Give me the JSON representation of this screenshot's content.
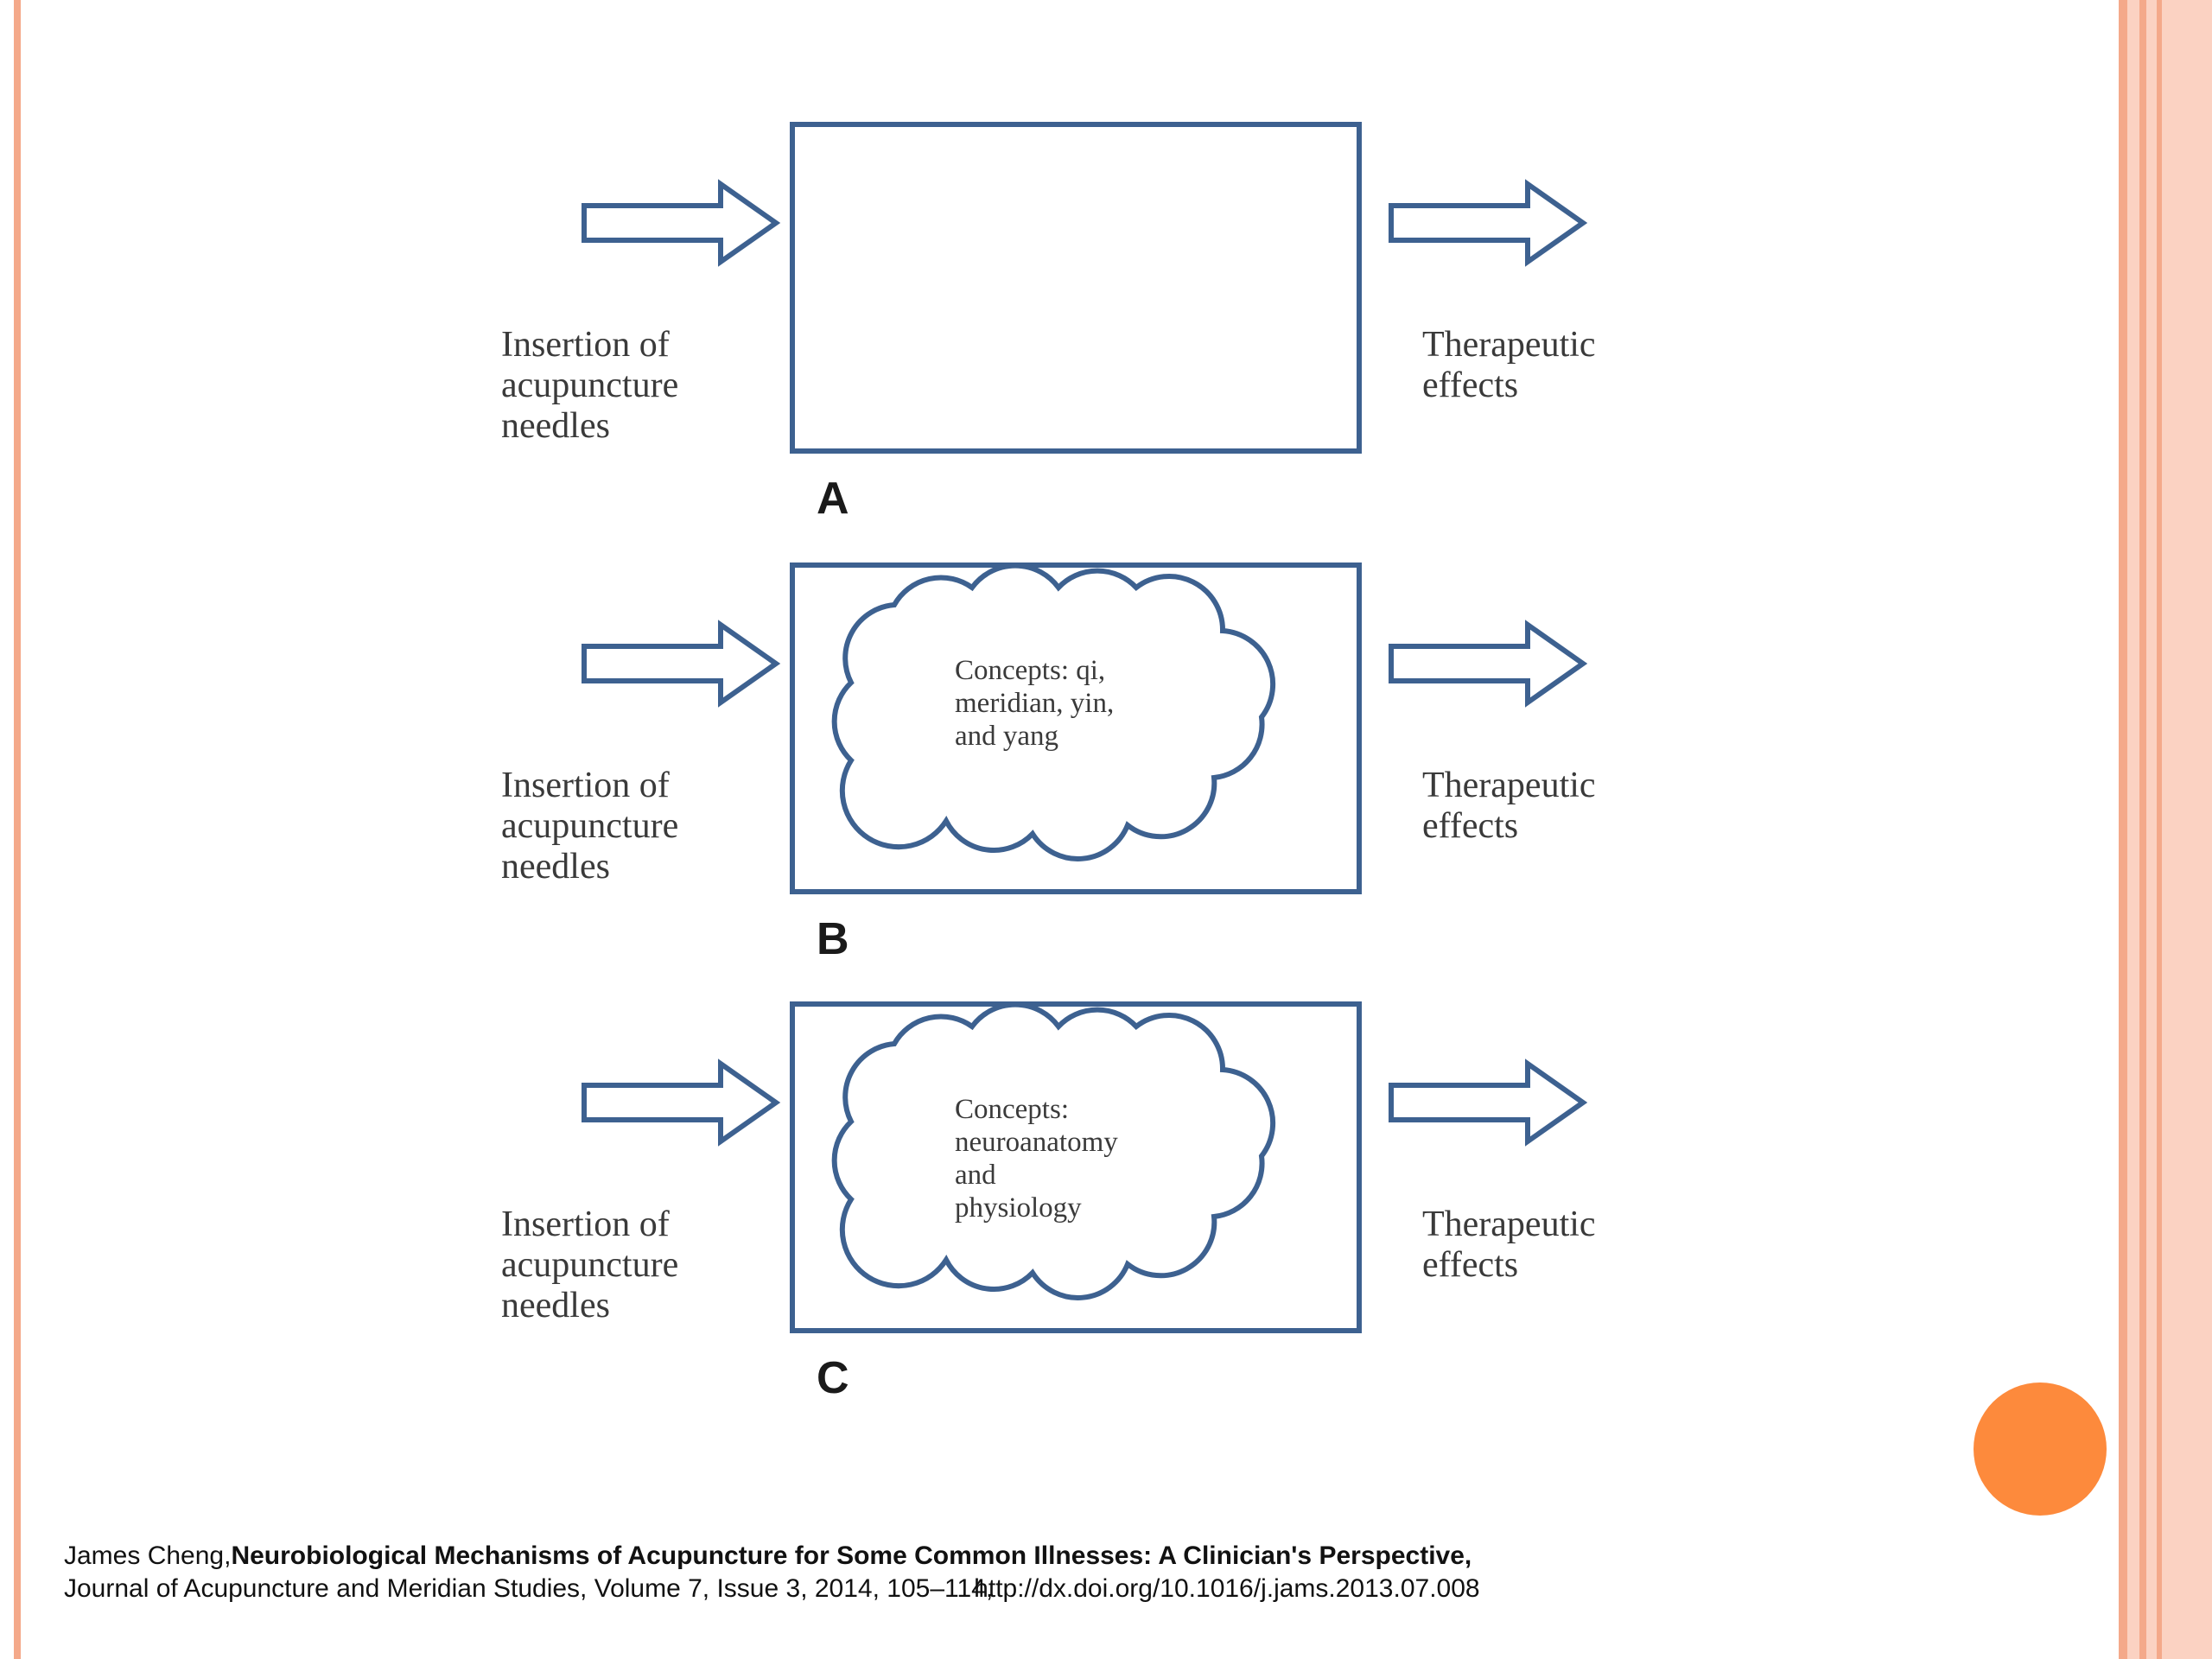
{
  "colors": {
    "stroke": "#3d6190",
    "border_left": "#f4a98a",
    "border_right": "#f4a98a",
    "border_fill": "#fbd2c2",
    "accent_circle": "#fd8a3c"
  },
  "panels": [
    {
      "letter": "A",
      "input_label": [
        "Insertion of",
        "acupuncture",
        "needles"
      ],
      "output_label": [
        "Therapeutic",
        "effects"
      ],
      "cloud_text": []
    },
    {
      "letter": "B",
      "input_label": [
        "Insertion of",
        "acupuncture",
        "needles"
      ],
      "output_label": [
        "Therapeutic",
        "effects"
      ],
      "cloud_text": [
        "Concepts: qi,",
        "meridian, yin,",
        "and yang"
      ]
    },
    {
      "letter": "C",
      "input_label": [
        "Insertion of",
        "acupuncture",
        "needles"
      ],
      "output_label": [
        "Therapeutic",
        "effects"
      ],
      "cloud_text": [
        "Concepts:",
        "neuroanatomy",
        "and",
        "physiology"
      ]
    }
  ],
  "citation": {
    "author": "James Cheng,",
    "title": "Neurobiological Mechanisms of Acupuncture for Some Common Illnesses: A Clinician's Perspective,",
    "journal": "Journal of Acupuncture and Meridian Studies, Volume 7, Issue 3, 2014, 105–114,",
    "doi": "http://dx.doi.org/10.1016/j.jams.2013.07.008"
  }
}
